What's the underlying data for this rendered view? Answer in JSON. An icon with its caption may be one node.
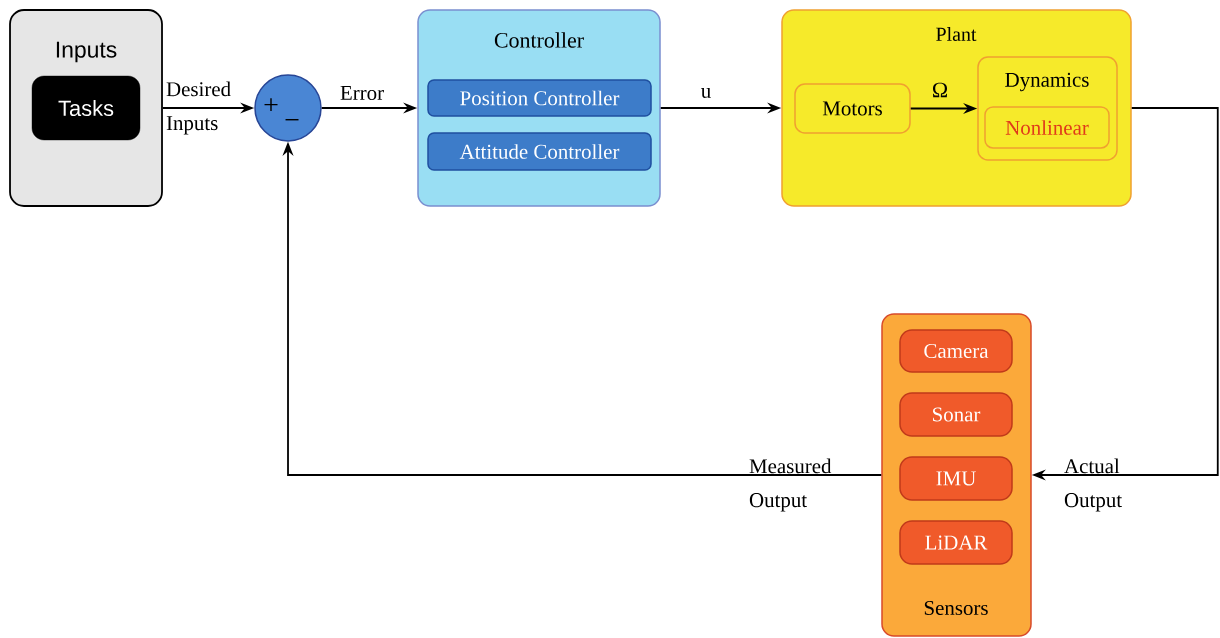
{
  "diagram": {
    "nodes": [
      {
        "text": [
          "Inputs"
        ]
      },
      {
        "text": [
          "Tasks"
        ],
        "in": 0
      },
      {
        "text": [
          "+",
          "−"
        ]
      },
      {
        "text": [
          "Controller"
        ]
      },
      {
        "text": [
          "Position Controller"
        ],
        "in": 3
      },
      {
        "text": [
          "Attitude Controller"
        ],
        "in": 3
      },
      {
        "text": [
          "Plant"
        ]
      },
      {
        "text": [
          "Motors"
        ],
        "in": 6
      },
      {
        "text": [
          "Dynamics"
        ],
        "in": 6
      },
      {
        "text": [
          "Nonlinear"
        ],
        "in": 8
      },
      {
        "text": [
          "Sensors"
        ]
      },
      {
        "text": [
          "Camera"
        ],
        "in": 10
      },
      {
        "text": [
          "Sonar"
        ],
        "in": 10
      },
      {
        "text": [
          "IMU"
        ],
        "in": 10
      },
      {
        "text": [
          "LiDAR"
        ],
        "in": 10
      }
    ],
    "edges": [
      {
        "from": 0,
        "to": 2,
        "arrow": "to",
        "label": "Desired Inputs"
      },
      {
        "from": 2,
        "to": 3,
        "arrow": "to",
        "label": "Error"
      },
      {
        "from": 3,
        "to": 6,
        "arrow": "to",
        "label": "u"
      },
      {
        "from": 7,
        "to": 8,
        "arrow": "to",
        "label": "Ω"
      },
      {
        "from": 6,
        "to": 10,
        "arrow": "to",
        "label": "Actual Output"
      },
      {
        "from": 10,
        "to": 2,
        "arrow": "to",
        "label": "Measured Output"
      }
    ]
  }
}
